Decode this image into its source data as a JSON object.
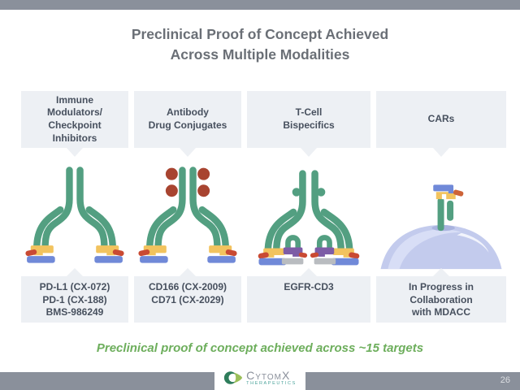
{
  "slide": {
    "title": "Preclinical Proof of Concept Achieved\nAcross Multiple Modalities",
    "summary": "Preclinical proof of concept achieved across ~15 targets",
    "page_number": "26"
  },
  "columns": [
    {
      "header": "Immune\nModulators/\nCheckpoint\nInhibitors",
      "label": "PD-L1 (CX-072)\nPD-1 (CX-188)\nBMS-986249",
      "icon": "masked-antibody-icon"
    },
    {
      "header": "Antibody\nDrug Conjugates",
      "label": "CD166 (CX-2009)\nCD71 (CX-2029)",
      "icon": "antibody-drug-conjugate-icon"
    },
    {
      "header": "T-Cell\nBispecifics",
      "label": "EGFR-CD3",
      "icon": "bispecific-antibody-icon"
    },
    {
      "header": "CARs",
      "label": "In Progress in\nCollaboration\nwith MDACC",
      "icon": "car-cell-icon"
    }
  ],
  "footer": {
    "logo_text": "CytomX",
    "logo_subtext": "THERAPEUTICS"
  },
  "colors": {
    "bar_gray": "#8a909b",
    "title_gray": "#6a6f76",
    "callout_bg": "#edf0f4",
    "callout_text": "#47505e",
    "antibody_green": "#539f81",
    "mask_yellow": "#f2c35e",
    "target_blue": "#7089d8",
    "protease_red": "#c94a33",
    "payload_red": "#a84430",
    "bispecific_purple": "#7d5ca6",
    "bispecific_gray": "#b9bcc0",
    "cell_lavender": "#c3cbed",
    "summary_green": "#6dae5c",
    "logo_dark_green": "#2e7d5b",
    "logo_light_green": "#9bbf5a"
  }
}
